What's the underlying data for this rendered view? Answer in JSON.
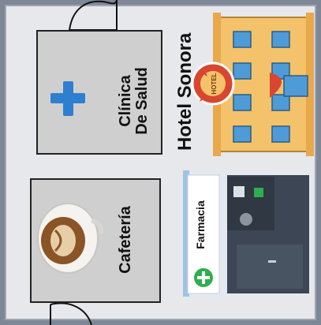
{
  "places": {
    "clinic": {
      "line1": "Clínica",
      "line2": "De Salud"
    },
    "hotel": {
      "name": "Hotel Sonora",
      "sign": "HOTEL"
    },
    "cafe": {
      "name": "Cafetería"
    },
    "pharmacy": {
      "name": "Farmacia"
    }
  },
  "icons": {
    "clinic": "medical-cross-icon",
    "hotel": "hotel-building-icon",
    "cafe": "latte-cup-icon",
    "pharmacy": "pharmacy-storefront-icon"
  },
  "colors": {
    "cross": "#2f7fd0",
    "pharmacy_green": "#2fae4f",
    "hotel_wall": "#f3c26a",
    "hotel_roof": "#d9462f"
  }
}
